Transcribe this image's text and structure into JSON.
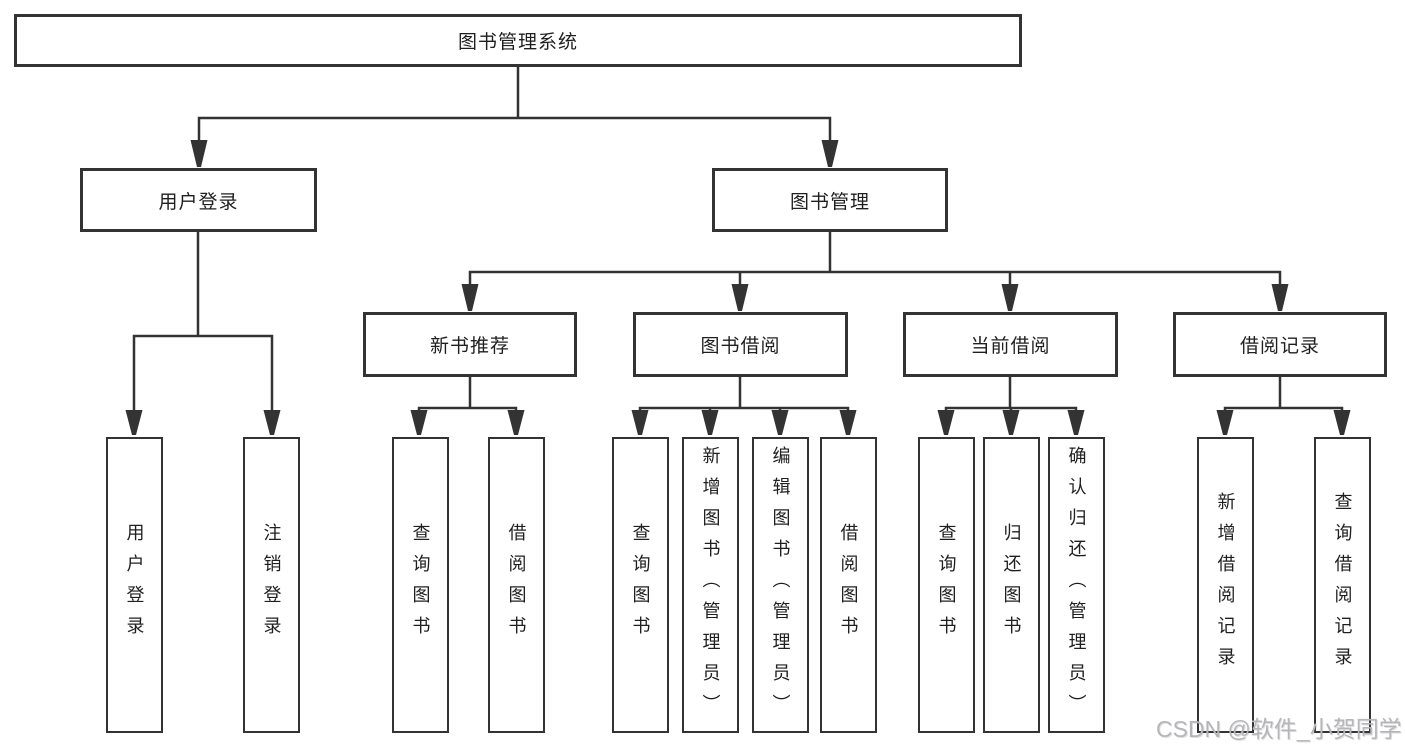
{
  "colors": {
    "line": "#333333",
    "text": "#1f1f1f",
    "background": "#ffffff",
    "watermark": "#b6b6ba"
  },
  "root": {
    "label": "图书管理系统"
  },
  "level2": [
    {
      "label": "用户登录"
    },
    {
      "label": "图书管理"
    }
  ],
  "level3": [
    {
      "label": "新书推荐",
      "parent": "图书管理"
    },
    {
      "label": "图书借阅",
      "parent": "图书管理"
    },
    {
      "label": "当前借阅",
      "parent": "图书管理"
    },
    {
      "label": "借阅记录",
      "parent": "图书管理"
    }
  ],
  "leaves": [
    {
      "label": "用户登录",
      "parent": "用户登录"
    },
    {
      "label": "注销登录",
      "parent": "用户登录"
    },
    {
      "label": "查询图书",
      "parent": "新书推荐"
    },
    {
      "label": "借阅图书",
      "parent": "新书推荐"
    },
    {
      "label": "查询图书",
      "parent": "图书借阅"
    },
    {
      "label": "新增图书（管理员）",
      "parent": "图书借阅"
    },
    {
      "label": "编辑图书（管理员）",
      "parent": "图书借阅"
    },
    {
      "label": "借阅图书",
      "parent": "图书借阅"
    },
    {
      "label": "查询图书",
      "parent": "当前借阅"
    },
    {
      "label": "归还图书",
      "parent": "当前借阅"
    },
    {
      "label": "确认归还（管理员）",
      "parent": "当前借阅"
    },
    {
      "label": "新增借阅记录",
      "parent": "借阅记录"
    },
    {
      "label": "查询借阅记录",
      "parent": "借阅记录"
    }
  ],
  "watermark": "CSDN @软件_小贺同学"
}
